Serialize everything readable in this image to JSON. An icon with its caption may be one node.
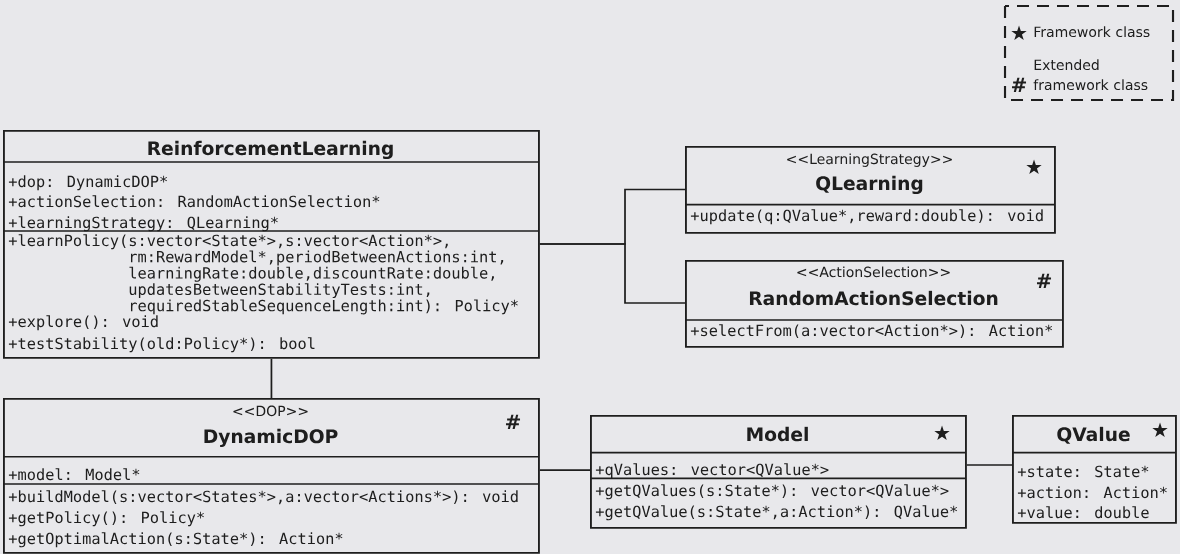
{
  "diagram": {
    "nodes": [
      {
        "text": [
          "ReinforcementLearning",
          "+dop: DynamicDOP*",
          "+actionSelection: RandomActionSelection*",
          "+learningStrategy: QLearning*",
          "+learnPolicy(s:vector<State*>,s:vector<Action*>, rm:RewardModel*,periodBetweenActions:int, learningRate:double,discountRate:double, updatesBetweenStabilityTests:int, requiredStableSequenceLength:int): Policy*",
          "+explore(): void",
          "+testStability(old:Policy*): bool"
        ]
      },
      {
        "text": [
          "<<LearningStrategy>>",
          "QLearning",
          "★",
          "+update(q:QValue*,reward:double): void"
        ]
      },
      {
        "text": [
          "<<ActionSelection>>",
          "RandomActionSelection",
          "#",
          "+selectFrom(a:vector<Action*>): Action*"
        ]
      },
      {
        "text": [
          "<<DOP>>",
          "DynamicDOP",
          "#",
          "+model: Model*",
          "+buildModel(s:vector<States*>,a:vector<Actions*>): void",
          "+getPolicy(): Policy*",
          "+getOptimalAction(s:State*): Action*"
        ]
      },
      {
        "text": [
          "Model",
          "★",
          "+qValues: vector<QValue*>",
          "+getQValues(s:State*): vector<QValue*>",
          "+getQValue(s:State*,a:Action*): QValue*"
        ]
      },
      {
        "text": [
          "QValue",
          "★",
          "+state: State*",
          "+action: Action*",
          "+value: double"
        ]
      }
    ],
    "edges": [
      {
        "from": 0,
        "to": 1,
        "arrow": "none"
      },
      {
        "from": 0,
        "to": 2,
        "arrow": "none"
      },
      {
        "from": 0,
        "to": 3,
        "arrow": "none"
      },
      {
        "from": 3,
        "to": 4,
        "arrow": "none"
      },
      {
        "from": 4,
        "to": 5,
        "arrow": "none"
      }
    ],
    "labels": [
      "★",
      "#"
    ],
    "legend": [
      {
        "text": "Framework class"
      },
      {
        "text": "Extended framework class"
      }
    ]
  }
}
